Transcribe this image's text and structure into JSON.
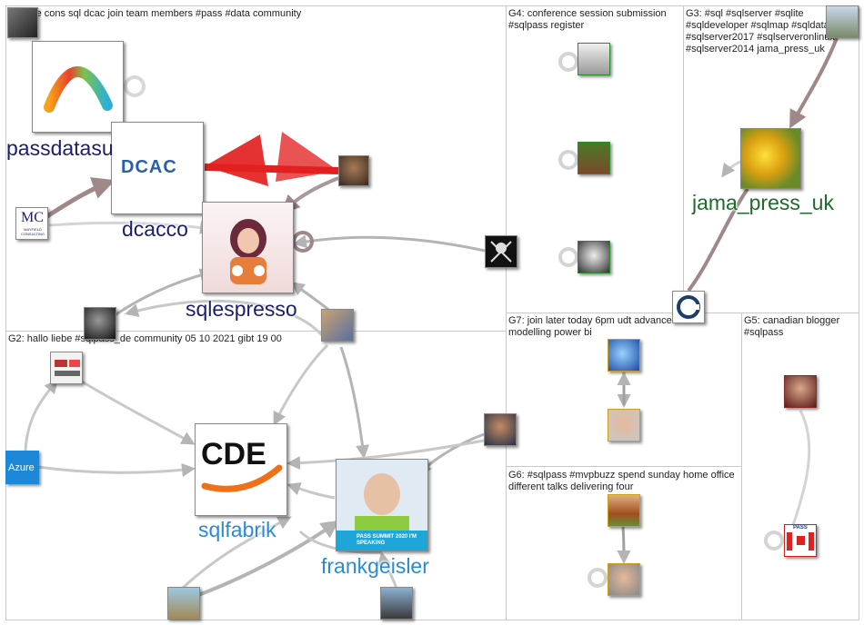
{
  "groups": [
    {
      "id": "G1",
      "label": "G1: pre cons sql dcac join team members #pass #data community"
    },
    {
      "id": "G2",
      "label": "G2: hallo liebe #sqlpass_de community 05 10 2021 gibt 19 00"
    },
    {
      "id": "G3",
      "label": "G3: #sql #sqlserver #sqlite #sqldeveloper #sqlmap #sqldatabase #sqlserver2017 #sqlserveronlinux #sqlserver2014 jama_press_uk"
    },
    {
      "id": "G4",
      "label": "G4: conference session submission #sqlpass register"
    },
    {
      "id": "G5",
      "label": "G5: canadian blogger #sqlpass"
    },
    {
      "id": "G6",
      "label": "G6: #sqlpass #mvpbuzz spend sunday home office different talks delivering four"
    },
    {
      "id": "G7",
      "label": "G7: join later today 6pm udt advanced data modelling power bi"
    }
  ],
  "node_labels": {
    "passdatasu": "passdatasu",
    "dcacco": "dcacco",
    "sqlespresso": "sqlespresso",
    "jama_press_uk": "jama_press_uk",
    "sqlfabrik": "sqlfabrik",
    "frankgeisler": "frankgeisler"
  },
  "avatar_text": {
    "dcac_logo": "DCAC",
    "mc_logo": "MC",
    "mayfield": "MAYFIELD CONSULTING",
    "azure": "Azure",
    "cde_logo": "CDE",
    "pass_speaking": "PASS SUMMIT 2020 I'M SPEAKING",
    "pass_badge": "PASS"
  },
  "colors": {
    "edge_gray": "#b4b4b4",
    "edge_brown": "#a08888",
    "edge_red": "#e32020",
    "label_navy": "#1b1f6b",
    "label_blue": "#2a8ad4",
    "label_green": "#1d6a2a"
  }
}
